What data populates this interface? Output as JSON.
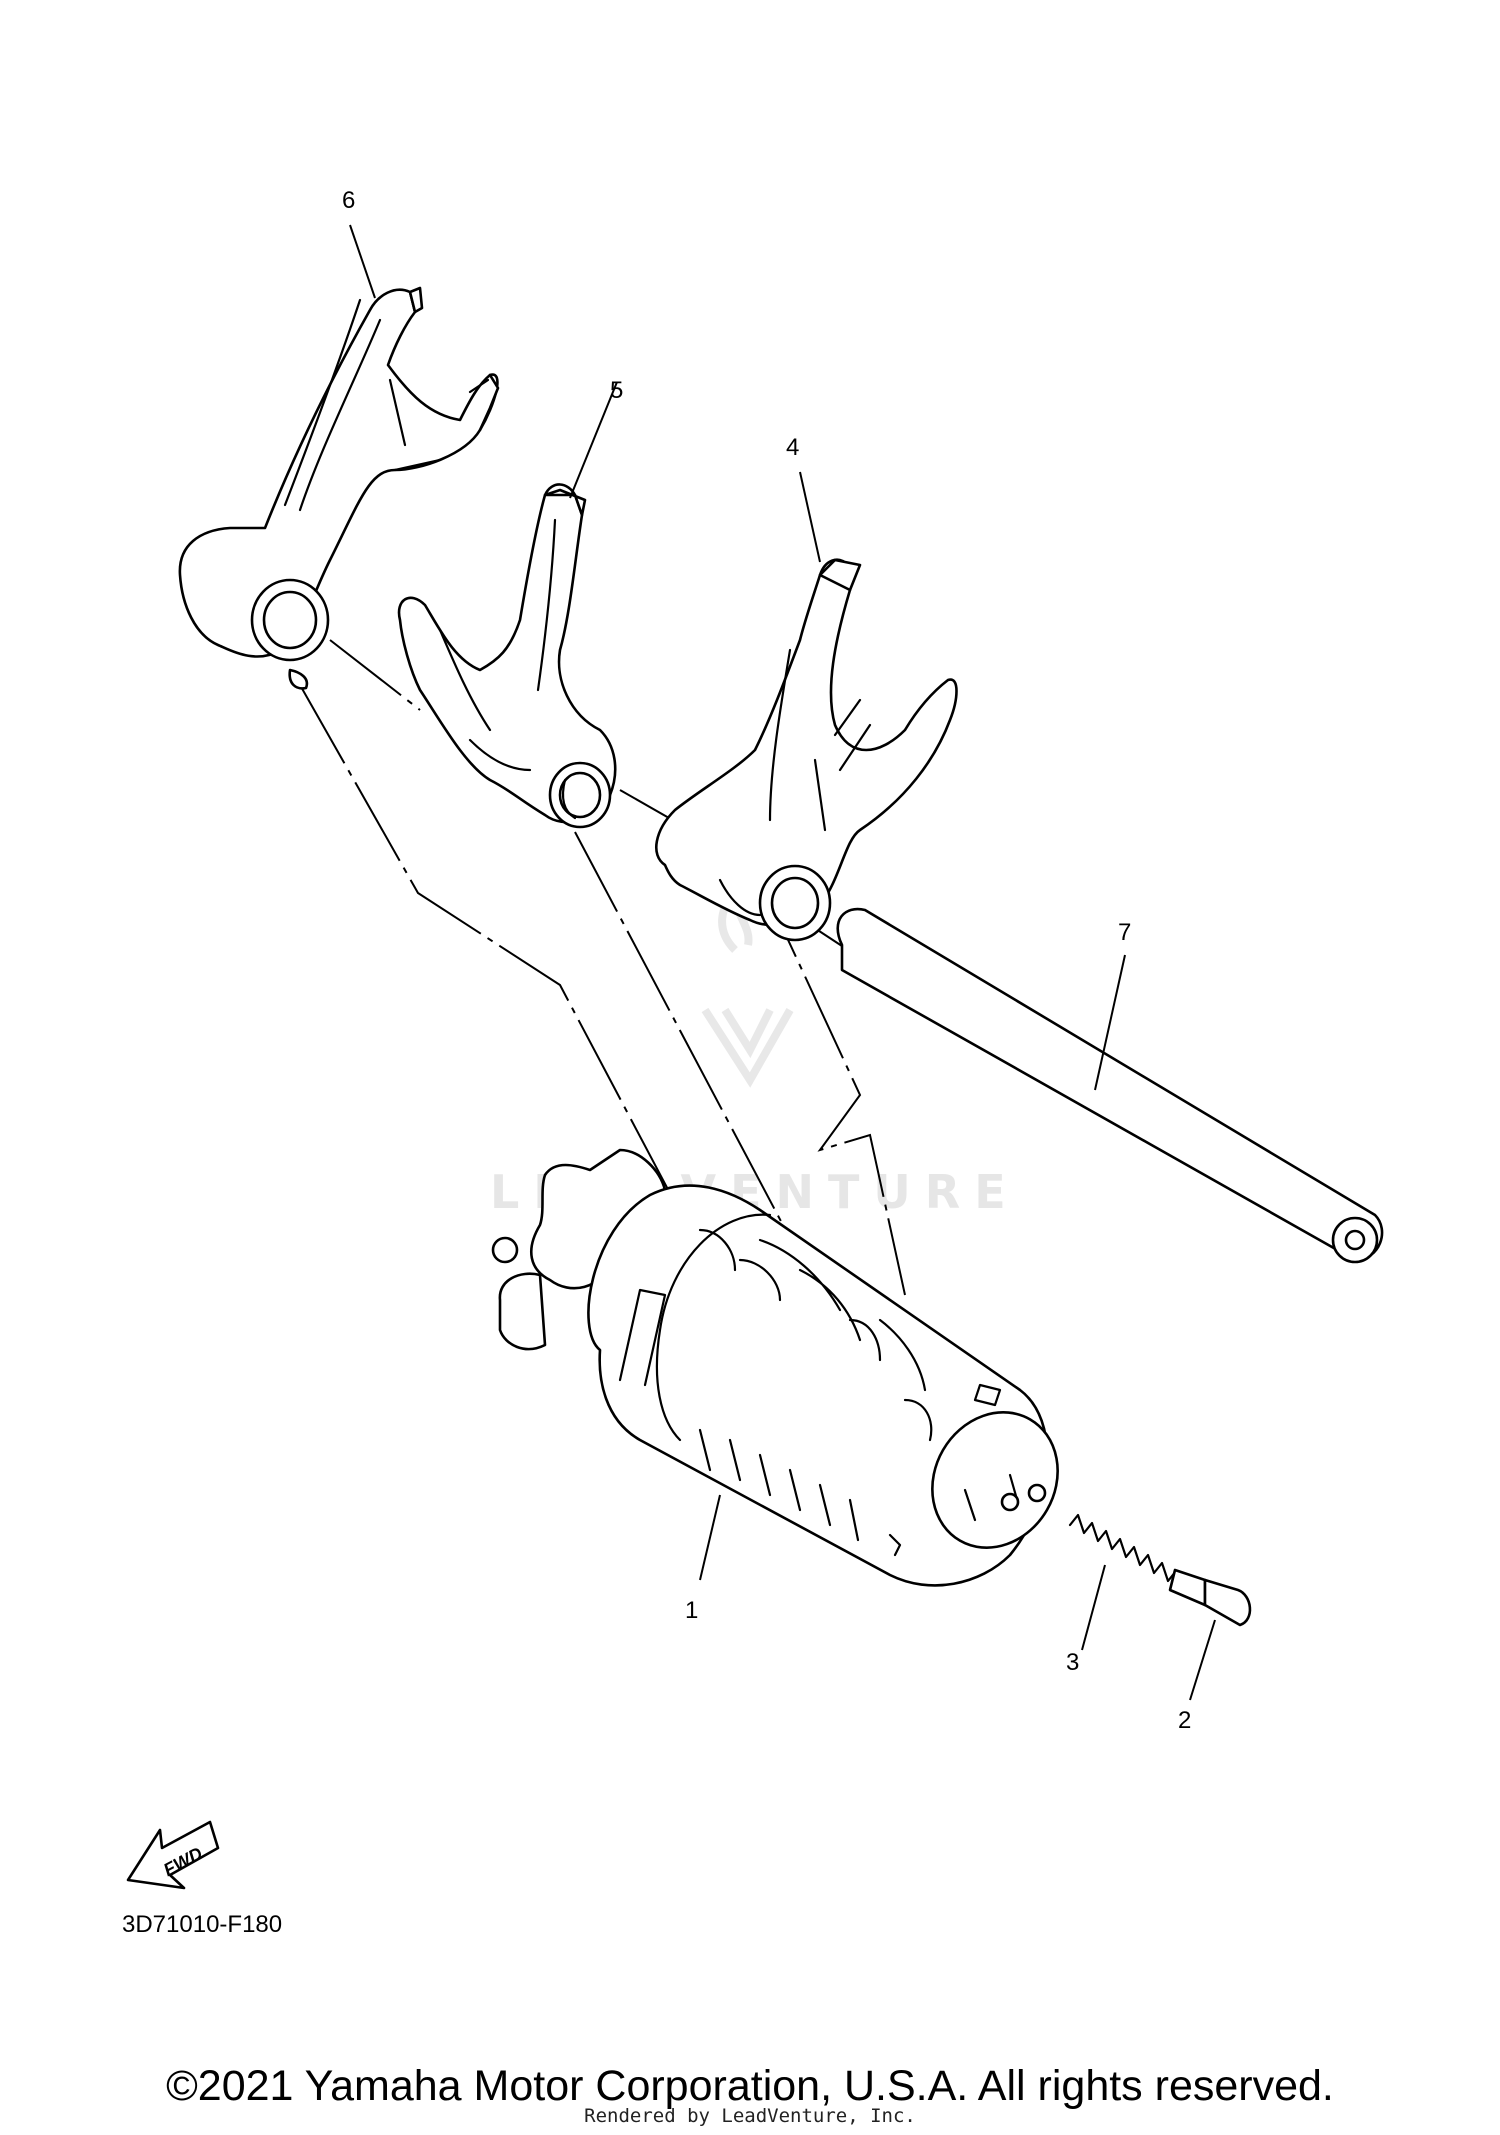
{
  "diagram": {
    "callouts": [
      {
        "id": "1",
        "label": "1"
      },
      {
        "id": "2",
        "label": "2"
      },
      {
        "id": "3",
        "label": "3"
      },
      {
        "id": "4",
        "label": "4"
      },
      {
        "id": "5",
        "label": "5"
      },
      {
        "id": "6",
        "label": "6"
      },
      {
        "id": "7",
        "label": "7"
      }
    ],
    "fwd_label": "FWD",
    "diagram_code": "3D71010-F180"
  },
  "watermark": {
    "text": "LEADVENTURE"
  },
  "footer": {
    "copyright": "©2021 Yamaha Motor Corporation, U.S.A. All rights reserved.",
    "rendered_by": "Rendered by LeadVenture, Inc."
  }
}
